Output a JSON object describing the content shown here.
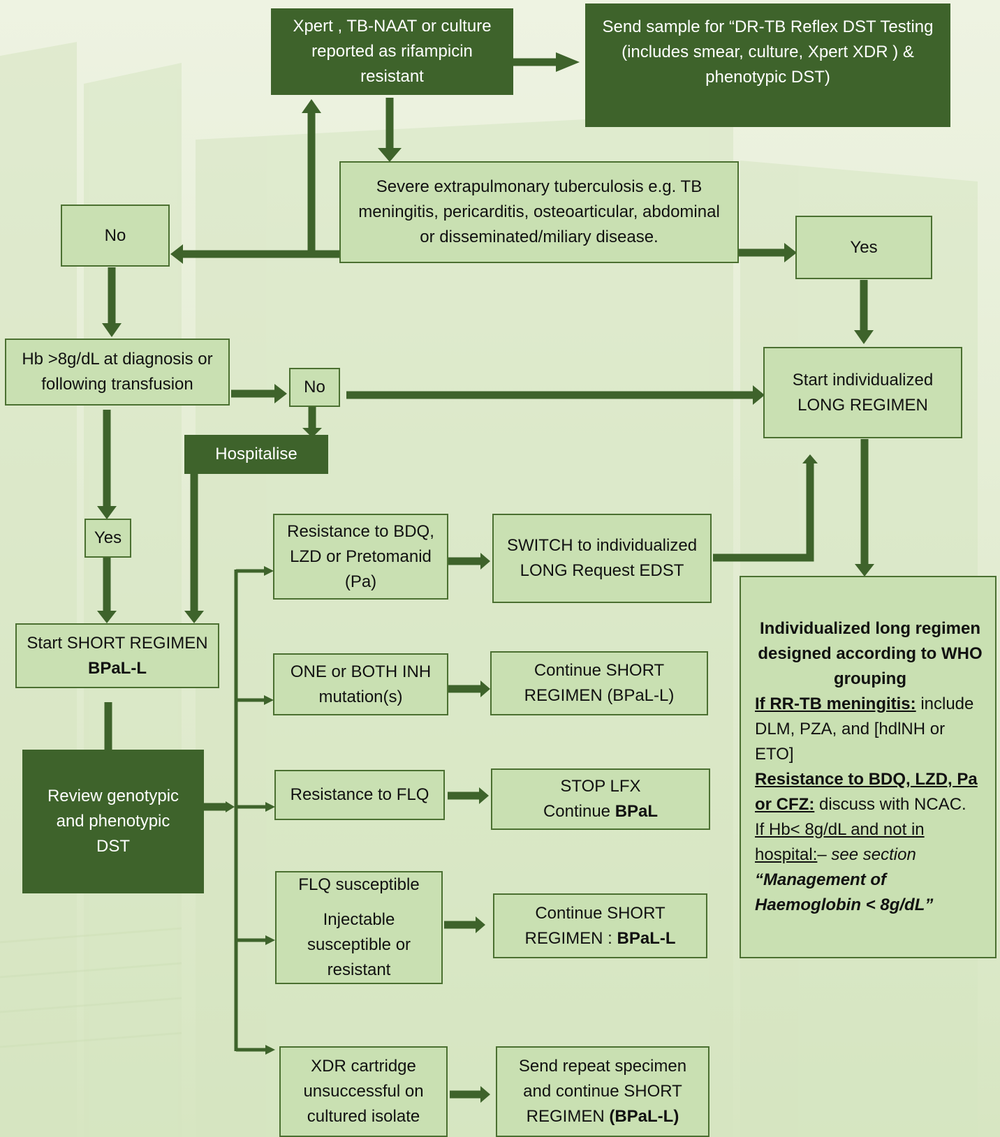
{
  "colors": {
    "dark_green": "#3e632b",
    "light_green": "#c9e0b2",
    "border_green": "#4b7031",
    "background": "#e4edd4"
  },
  "nodes": {
    "rif_resistant": "Xpert , TB-NAAT or culture reported as rifampicin resistant",
    "send_sample": "Send sample for “DR-TB Reflex DST Testing (includes smear, culture, Xpert XDR ) & phenotypic DST)",
    "severe_eptb": "Severe extrapulmonary tuberculosis e.g. TB meningitis, pericarditis, osteoarticular, abdominal or disseminated/miliary disease.",
    "no_top": "No",
    "yes_top": "Yes",
    "hb_check": "Hb >8g/dL at diagnosis or following transfusion",
    "no_hb": "No",
    "start_long": "Start individualized LONG REGIMEN",
    "hospitalise": "Hospitalise",
    "yes_hb": "Yes",
    "start_short_line1": "Start SHORT REGIMEN",
    "start_short_line2": "BPaL-L",
    "review_dst": "Review genotypic and phenotypic DST",
    "res_bdq": "Resistance to BDQ, LZD or Pretomanid (Pa)",
    "switch_long": "SWITCH to individualized LONG Request EDST",
    "inh_mutation": "ONE or BOTH INH mutation(s)",
    "continue_short_inh": "Continue SHORT REGIMEN (BPaL-L)",
    "res_flq": "Resistance to FLQ",
    "stop_lfx_line1": "STOP LFX",
    "stop_lfx_line2_a": "Continue ",
    "stop_lfx_line2_b": "BPaL",
    "flq_susceptible": "FLQ susceptible",
    "injectable": "Injectable susceptible or resistant",
    "continue_short_flq_a": "Continue SHORT REGIMEN : ",
    "continue_short_flq_b": "BPaL-L",
    "xdr_unsuccessful": "XDR cartridge unsuccessful on cultured isolate",
    "send_repeat_a": "Send repeat specimen and continue SHORT REGIMEN ",
    "send_repeat_b": "(BPaL-L)"
  },
  "final_box": {
    "heading": "Individualized long regimen designed according to WHO grouping",
    "meningitis_label": "If RR-TB meningitis:",
    "meningitis_text": " include DLM, PZA, and [hdlNH or ETO]",
    "resistance_label": "Resistance to BDQ, LZD, Pa or CFZ:",
    "resistance_text": " discuss with NCAC.",
    "hb_label": "If Hb< 8g/dL and not in hospital:",
    "hb_dash": "– ",
    "see_section": "see section",
    "management": "“Management of Haemoglobin < 8g/dL”"
  }
}
